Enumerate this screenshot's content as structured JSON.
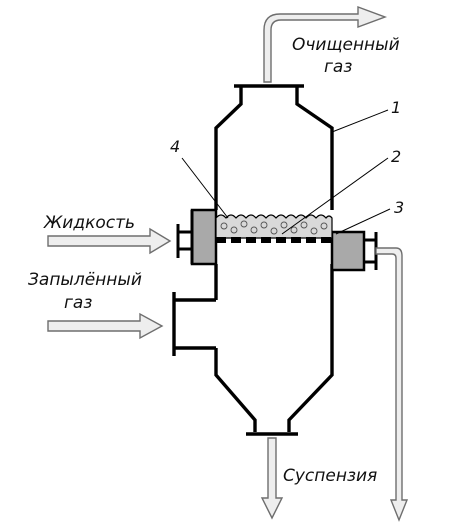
{
  "labels": {
    "clean_gas_line1": "Очищенный",
    "clean_gas_line2": "газ",
    "liquid": "Жидкость",
    "dusty_gas_line1": "Запылённый",
    "dusty_gas_line2": "газ",
    "suspension": "Суспензия"
  },
  "callouts": {
    "c1": "1",
    "c2": "2",
    "c3": "3",
    "c4": "4"
  },
  "colors": {
    "outline": "#000000",
    "flange_fill": "#a9a9a9",
    "foam_fill": "#d9d9d9",
    "arrow_fill": "#eeeeee",
    "arrow_stroke": "#6e6e6e"
  }
}
